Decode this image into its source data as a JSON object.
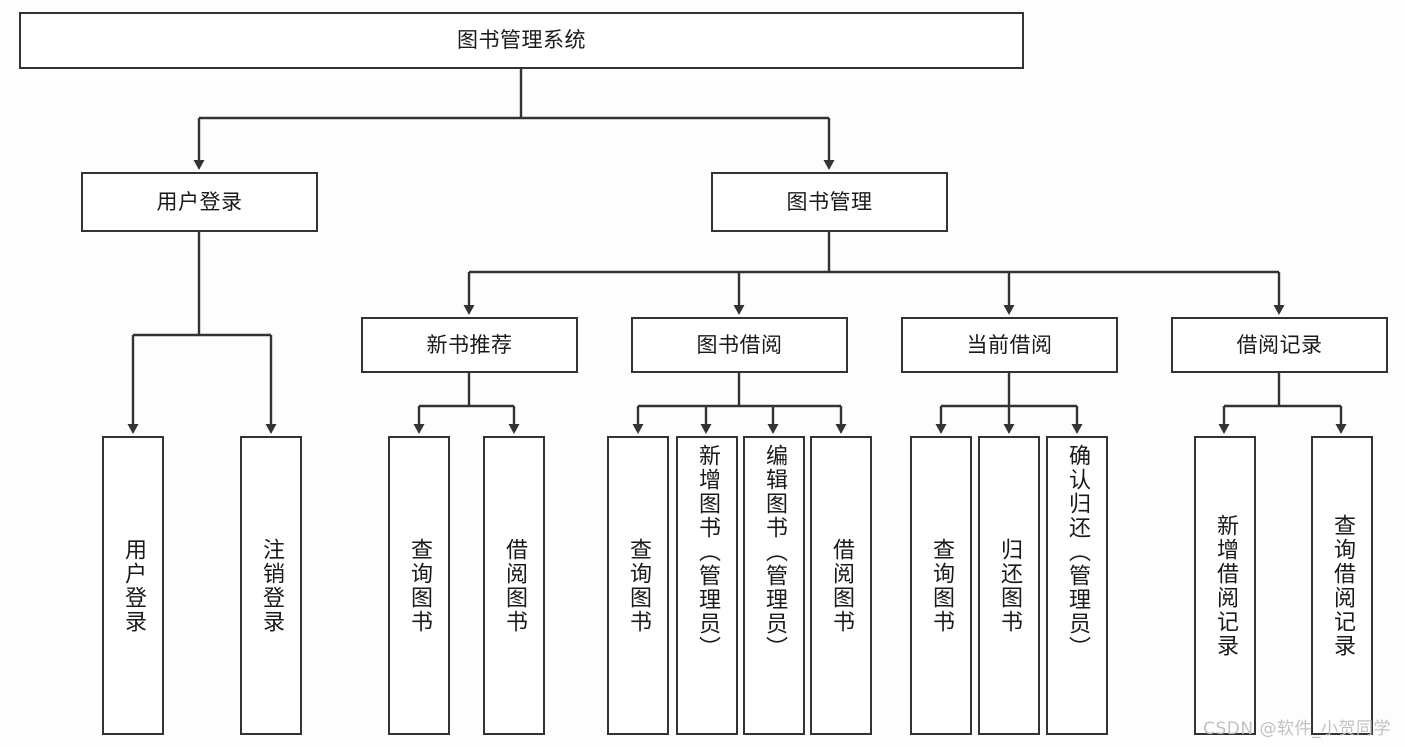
{
  "diagram": {
    "type": "tree-hierarchy",
    "orientation": "top-down",
    "line_color": "#333333",
    "box_fill": "#ffffff",
    "background": "#fdfdfd",
    "root": {
      "label": "图书管理系统"
    },
    "level1": [
      {
        "label": "用户登录"
      },
      {
        "label": "图书管理"
      }
    ],
    "level2": [
      {
        "label": "新书推荐"
      },
      {
        "label": "图书借阅"
      },
      {
        "label": "当前借阅"
      },
      {
        "label": "借阅记录"
      }
    ],
    "leaves": {
      "user_login": [
        {
          "label": "用户登录"
        },
        {
          "label": "注销登录"
        }
      ],
      "new_book_recommend": [
        {
          "label": "查询图书"
        },
        {
          "label": "借阅图书"
        }
      ],
      "book_borrow": [
        {
          "label": "查询图书"
        },
        {
          "label": "新增图书（管理员）"
        },
        {
          "label": "编辑图书（管理员）"
        },
        {
          "label": "借阅图书"
        }
      ],
      "current_borrow": [
        {
          "label": "查询图书"
        },
        {
          "label": "归还图书"
        },
        {
          "label": "确认归还（管理员）"
        }
      ],
      "borrow_record": [
        {
          "label": "新增借阅记录"
        },
        {
          "label": "查询借阅记录"
        }
      ]
    }
  },
  "watermark": {
    "text": "CSDN @软件_小贺同学"
  }
}
